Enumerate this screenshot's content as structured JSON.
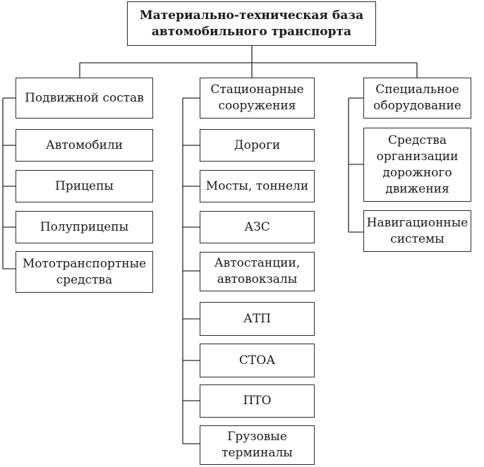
{
  "root": {
    "title": "Материально-техническая база\nавтомобильного транспорта"
  },
  "columns": [
    {
      "heading": "Подвижной состав",
      "items": [
        "Автомобили",
        "Прицепы",
        "Полуприцепы",
        "Мототранспортные\nсредства"
      ]
    },
    {
      "heading": "Стационарные\nсооружения",
      "items": [
        "Дороги",
        "Мосты, тоннели",
        "АЗС",
        "Автостанции,\nавтовокзалы",
        "АТП",
        "СТОА",
        "ПТО",
        "Грузовые\nтерминалы"
      ]
    },
    {
      "heading": "Специальное\nоборудование",
      "items": [
        "Средства\nорганизации\nдорожного\nдвижения",
        "Навигационные\nсистемы"
      ]
    }
  ]
}
